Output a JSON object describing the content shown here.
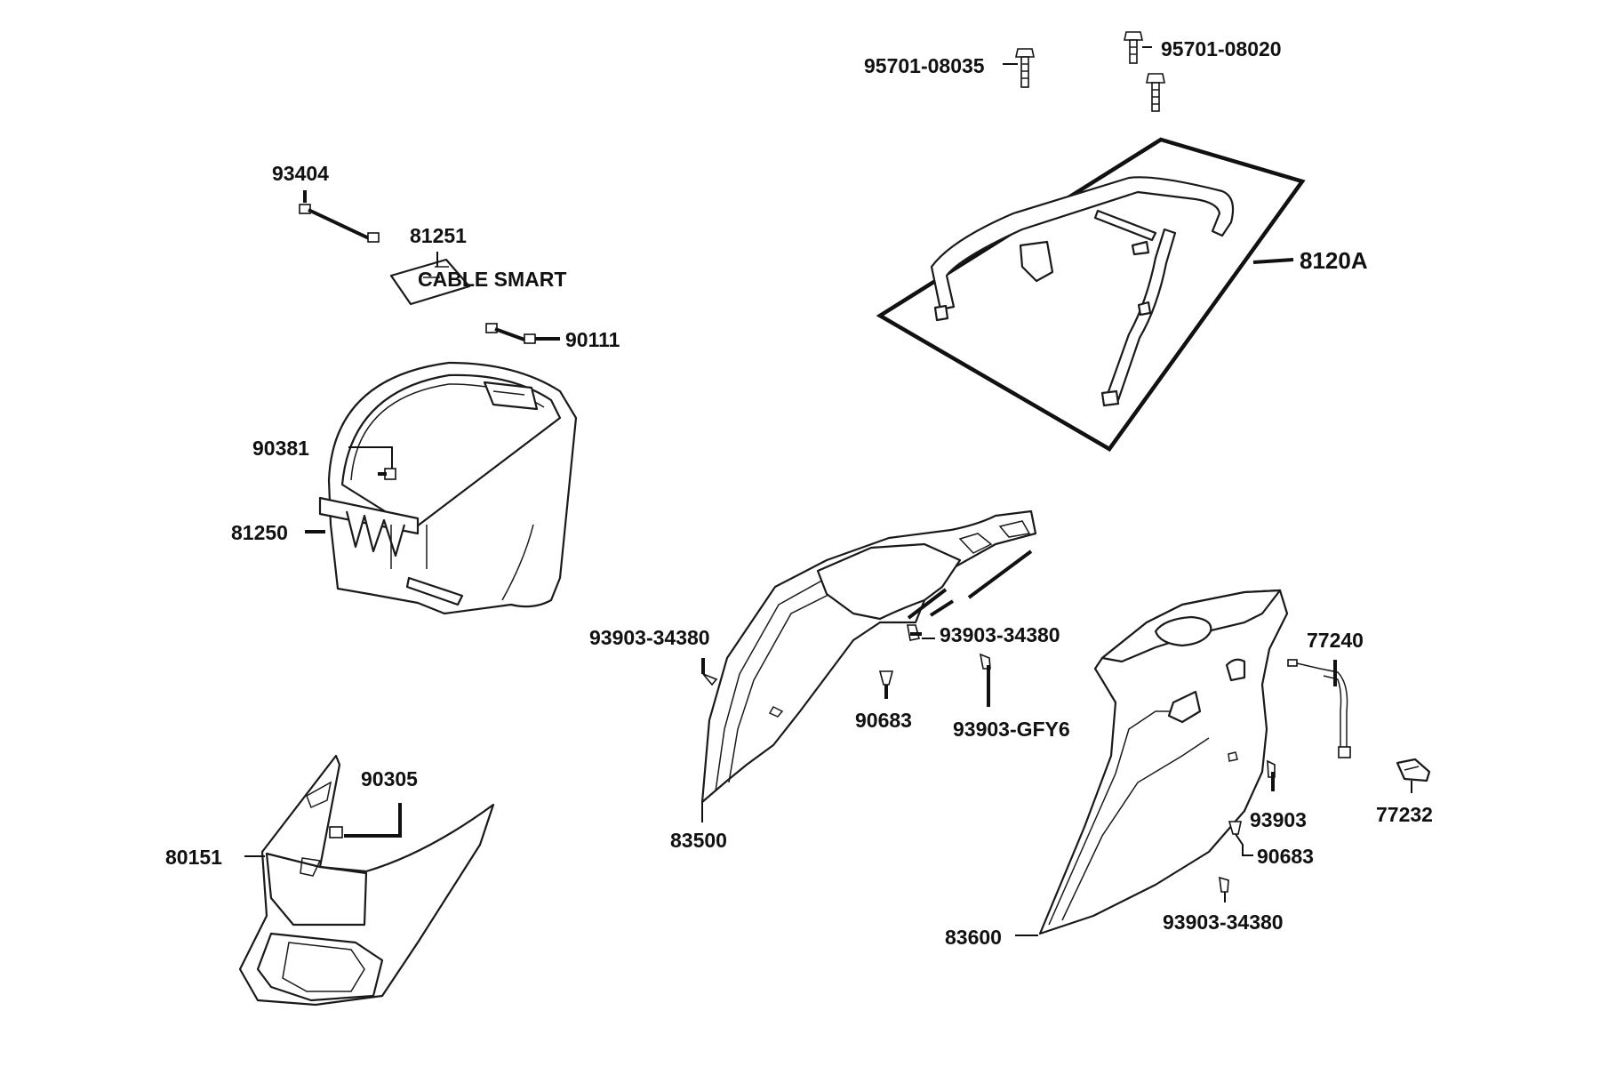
{
  "diagram": {
    "labels": {
      "p95701_08035": "95701-08035",
      "p95701_08020": "95701-08020",
      "p93404": "93404",
      "p81251": "81251",
      "p8120A": "8120A",
      "p90111": "90111",
      "p90381": "90381",
      "p81250": "81250",
      "p93903_34380_a": "93903-34380",
      "p93903_34380_b": "93903-34380",
      "p90683_a": "90683",
      "p93903_gfy6": "93903-GFY6",
      "p77240": "77240",
      "p90305": "90305",
      "p80151": "80151",
      "p83500": "83500",
      "p93903": "93903",
      "p77232": "77232",
      "p90683_b": "90683",
      "p93903_34380_c": "93903-34380",
      "p83600": "83600"
    },
    "lid_text": "CABLE SMART"
  }
}
